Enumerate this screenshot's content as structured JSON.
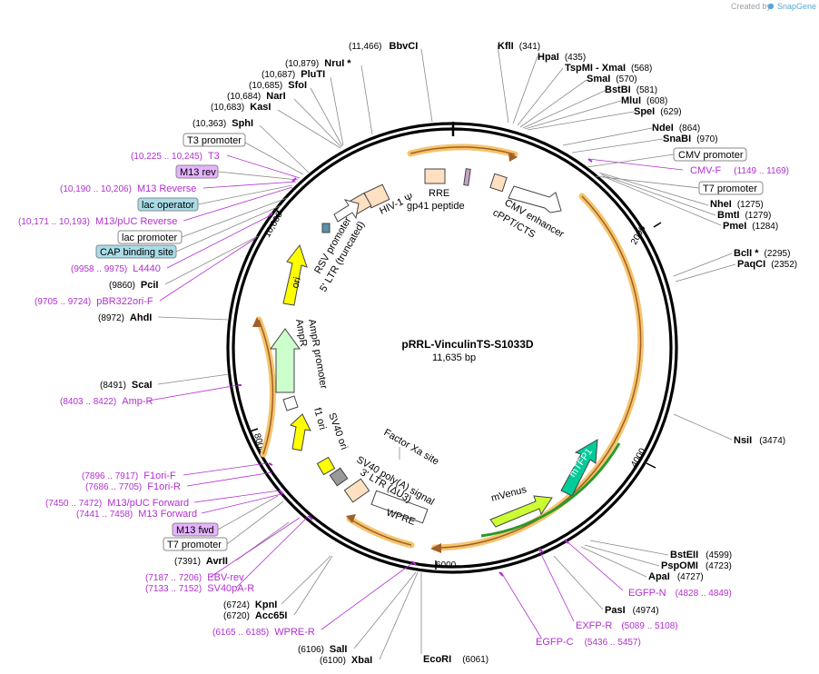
{
  "credit": {
    "text": "Created by",
    "brand": "SnapGene"
  },
  "plasmid": {
    "name": "pRRL-VinculinTS-S1033D",
    "size": "11,635 bp",
    "length": 11635
  },
  "ticks": [
    "2000",
    "4000",
    "6000",
    "8000",
    "10,000"
  ],
  "sites_right": [
    {
      "name": "KflI",
      "pos": "(341)",
      "bp": 341
    },
    {
      "name": "HpaI",
      "pos": "(435)",
      "bp": 435
    },
    {
      "name": "TspMI - XmaI",
      "pos": "(568)",
      "bp": 568
    },
    {
      "name": "SmaI",
      "pos": "(570)",
      "bp": 570
    },
    {
      "name": "BstBI",
      "pos": "(581)",
      "bp": 581
    },
    {
      "name": "MluI",
      "pos": "(608)",
      "bp": 608
    },
    {
      "name": "SpeI",
      "pos": "(629)",
      "bp": 629
    },
    {
      "name": "NdeI",
      "pos": "(864)",
      "bp": 864
    },
    {
      "name": "SnaBI",
      "pos": "(970)",
      "bp": 970
    },
    {
      "name": "NheI",
      "pos": "(1275)",
      "bp": 1275
    },
    {
      "name": "BmtI",
      "pos": "(1279)",
      "bp": 1279
    },
    {
      "name": "PmeI",
      "pos": "(1284)",
      "bp": 1284
    },
    {
      "name": "BclI *",
      "pos": "(2295)",
      "bp": 2295
    },
    {
      "name": "PaqCI",
      "pos": "(2352)",
      "bp": 2352
    },
    {
      "name": "NsiI",
      "pos": "(3474)",
      "bp": 3474
    },
    {
      "name": "BstEII",
      "pos": "(4599)",
      "bp": 4599
    },
    {
      "name": "PspOMI",
      "pos": "(4723)",
      "bp": 4723
    },
    {
      "name": "ApaI",
      "pos": "(4727)",
      "bp": 4727
    },
    {
      "name": "PasI",
      "pos": "(4974)",
      "bp": 4974
    },
    {
      "name": "EcoRI",
      "pos": "(6061)",
      "bp": 6061
    }
  ],
  "sites_left": [
    {
      "name": "BbvCI",
      "pos": "(11,466)",
      "bp": 11466
    },
    {
      "name": "NruI *",
      "pos": "(10,879)",
      "bp": 10879
    },
    {
      "name": "PluTI",
      "pos": "(10,687)",
      "bp": 10687
    },
    {
      "name": "SfoI",
      "pos": "(10,685)",
      "bp": 10685
    },
    {
      "name": "NarI",
      "pos": "(10,684)",
      "bp": 10684
    },
    {
      "name": "KasI",
      "pos": "(10,683)",
      "bp": 10683
    },
    {
      "name": "SphI",
      "pos": "(10,363)",
      "bp": 10363
    },
    {
      "name": "PciI",
      "pos": "(9860)",
      "bp": 9860
    },
    {
      "name": "AhdI",
      "pos": "(8972)",
      "bp": 8972
    },
    {
      "name": "ScaI",
      "pos": "(8491)",
      "bp": 8491
    },
    {
      "name": "AvrII",
      "pos": "(7391)",
      "bp": 7391
    },
    {
      "name": "KpnI",
      "pos": "(6724)",
      "bp": 6724
    },
    {
      "name": "Acc65I",
      "pos": "(6720)",
      "bp": 6720
    },
    {
      "name": "SalI",
      "pos": "(6106)",
      "bp": 6106
    },
    {
      "name": "XbaI",
      "pos": "(6100)",
      "bp": 6100
    }
  ],
  "primers": [
    {
      "name": "T3",
      "pos": "(10,225 .. 10,245)"
    },
    {
      "name": "M13 Reverse",
      "pos": "(10,190 .. 10,206)"
    },
    {
      "name": "M13/pUC Reverse",
      "pos": "(10,171 .. 10,193)"
    },
    {
      "name": "L4440",
      "pos": "(9958 .. 9975)"
    },
    {
      "name": "pBR322ori-F",
      "pos": "(9705 .. 9724)"
    },
    {
      "name": "Amp-R",
      "pos": "(8403 .. 8422)"
    },
    {
      "name": "F1ori-F",
      "pos": "(7896 .. 7917)"
    },
    {
      "name": "F1ori-R",
      "pos": "(7686 .. 7705)"
    },
    {
      "name": "M13/pUC Forward",
      "pos": "(7450 .. 7472)"
    },
    {
      "name": "M13 Forward",
      "pos": "(7441 .. 7458)"
    },
    {
      "name": "EBV-rev",
      "pos": "(7187 .. 7206)"
    },
    {
      "name": "SV40pA-R",
      "pos": "(7133 .. 7152)"
    },
    {
      "name": "WPRE-R",
      "pos": "(6165 .. 6185)"
    },
    {
      "name": "CMV-F",
      "pos": "(1149 .. 1169)"
    },
    {
      "name": "EGFP-N",
      "pos": "(4828 .. 4849)"
    },
    {
      "name": "EXFP-R",
      "pos": "(5089 .. 5108)"
    },
    {
      "name": "EGFP-C",
      "pos": "(5436 .. 5457)"
    }
  ],
  "boxed_features": [
    {
      "name": "T3 promoter"
    },
    {
      "name": "M13 rev"
    },
    {
      "name": "lac operator"
    },
    {
      "name": "lac promoter"
    },
    {
      "name": "CAP binding site"
    },
    {
      "name": "M13 fwd"
    },
    {
      "name": "T7 promoter"
    },
    {
      "name": "CMV promoter"
    },
    {
      "name": "T7 promoter"
    },
    {
      "name": "WPRE"
    }
  ],
  "inner_labels": {
    "hiv": "HIV-1 Ψ",
    "rre": "RRE",
    "gp41": "gp41 peptide",
    "cmv_enh": "CMV enhancer",
    "cppt": "cPPT/CTS",
    "rsv": "RSV promoter",
    "ltr5": "5' LTR (truncated)",
    "ori": "ori",
    "ampr": "AmpR",
    "ampr_prom": "AmpR promoter",
    "f1": "f1 ori",
    "sv40ori": "SV40 ori",
    "factorxa": "Factor Xa site",
    "sv40pa": "SV40 poly(A) signal",
    "ltr3": "3' LTR (ΔU3)",
    "mvenus": "mVenus",
    "mtfp1": "mTFP1"
  },
  "colors": {
    "ring": "#000000",
    "orf_arrow": "#f0a040",
    "primer": "#b12fd1",
    "ori_yellow": "#ffff00",
    "ampr_green": "#ccffcc",
    "mvenus": "#ccff33",
    "mtfp1": "#00cc99",
    "pale_box": "#ffe0c0",
    "cyan_box": "#a8dde8",
    "violet_box": "#e6b3ff"
  }
}
